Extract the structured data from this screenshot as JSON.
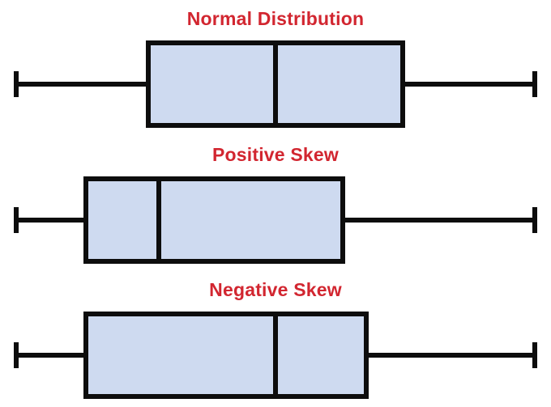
{
  "figure": {
    "background": "#ffffff",
    "title_color": "#d22630",
    "box_fill": "#cedaf0",
    "stroke_color": "#0d0d0d"
  },
  "chart_data": {
    "type": "boxplot",
    "orientation": "horizontal",
    "axes_visible": false,
    "grid": false,
    "x_range": [
      0,
      100
    ],
    "plots": [
      {
        "title": "Normal Distribution",
        "min": 0,
        "q1": 25,
        "median": 50,
        "q3": 75,
        "max": 100
      },
      {
        "title": "Positive Skew",
        "min": 0,
        "q1": 13,
        "median": 27.5,
        "q3": 63.5,
        "max": 100
      },
      {
        "title": "Negative Skew",
        "min": 0,
        "q1": 13,
        "median": 50,
        "q3": 68,
        "max": 100
      }
    ]
  }
}
